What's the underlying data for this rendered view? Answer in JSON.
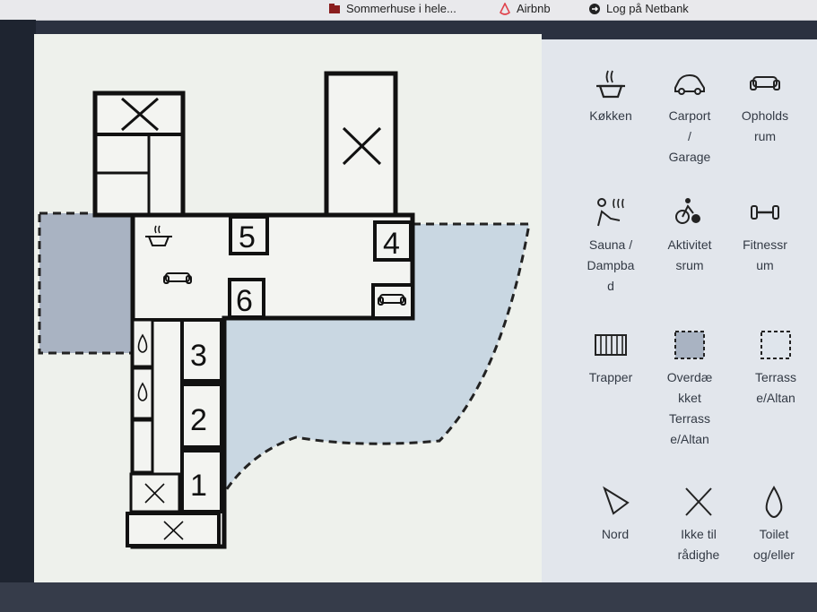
{
  "browser": {
    "bookmarks": [
      {
        "label": "Sommerhuse i hele...",
        "icon": "folder-icon"
      },
      {
        "label": "Airbnb",
        "icon": "airbnb-icon"
      },
      {
        "label": "Log på Netbank",
        "icon": "netbank-icon"
      }
    ]
  },
  "floorplan": {
    "rooms": [
      {
        "number": "5"
      },
      {
        "number": "4"
      },
      {
        "number": "6"
      },
      {
        "number": "3"
      },
      {
        "number": "2"
      },
      {
        "number": "1"
      }
    ]
  },
  "legend": {
    "items": [
      {
        "label": "Køkken",
        "icon": "kitchen-icon"
      },
      {
        "label": "Carport\n/\nGarage",
        "icon": "car-icon"
      },
      {
        "label": "Opholds\nrum",
        "icon": "sofa-icon"
      },
      {
        "label": "Sauna /\nDampba\nd",
        "icon": "sauna-icon"
      },
      {
        "label": "Aktivitet\nsrum",
        "icon": "activity-icon"
      },
      {
        "label": "Fitnessr\num",
        "icon": "dumbbell-icon"
      },
      {
        "label": "Trapper",
        "icon": "stairs-icon"
      },
      {
        "label": "Overdæ\nkket\nTerrass\ne/Altan",
        "icon": "covered-terrace-icon"
      },
      {
        "label": "Terrass\ne/Altan",
        "icon": "terrace-icon"
      },
      {
        "label": "Nord",
        "icon": "north-arrow-icon"
      },
      {
        "label": "Ikke til\nrådighe",
        "icon": "not-available-icon"
      },
      {
        "label": "Toilet\nog/eller",
        "icon": "toilet-icon"
      }
    ]
  }
}
